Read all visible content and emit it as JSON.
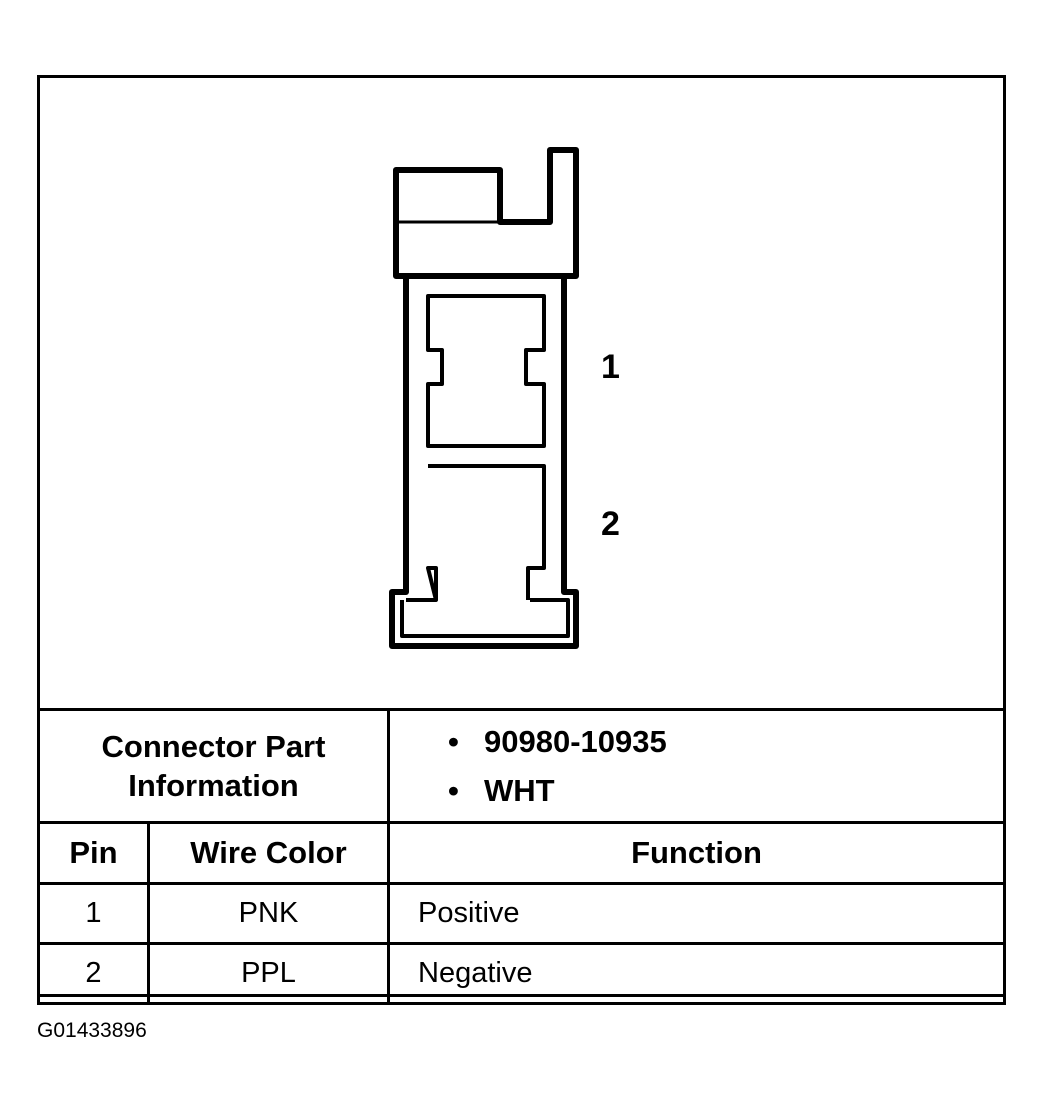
{
  "connector": {
    "pin_labels": [
      "1",
      "2"
    ]
  },
  "part_info": {
    "header": "Connector Part Information",
    "items": [
      "90980-10935",
      "WHT"
    ]
  },
  "table": {
    "headers": {
      "pin": "Pin",
      "wire_color": "Wire Color",
      "function": "Function"
    },
    "rows": [
      {
        "pin": "1",
        "wire_color": "PNK",
        "function": "Positive"
      },
      {
        "pin": "2",
        "wire_color": "PPL",
        "function": "Negative"
      }
    ]
  },
  "figure_id": "G01433896"
}
